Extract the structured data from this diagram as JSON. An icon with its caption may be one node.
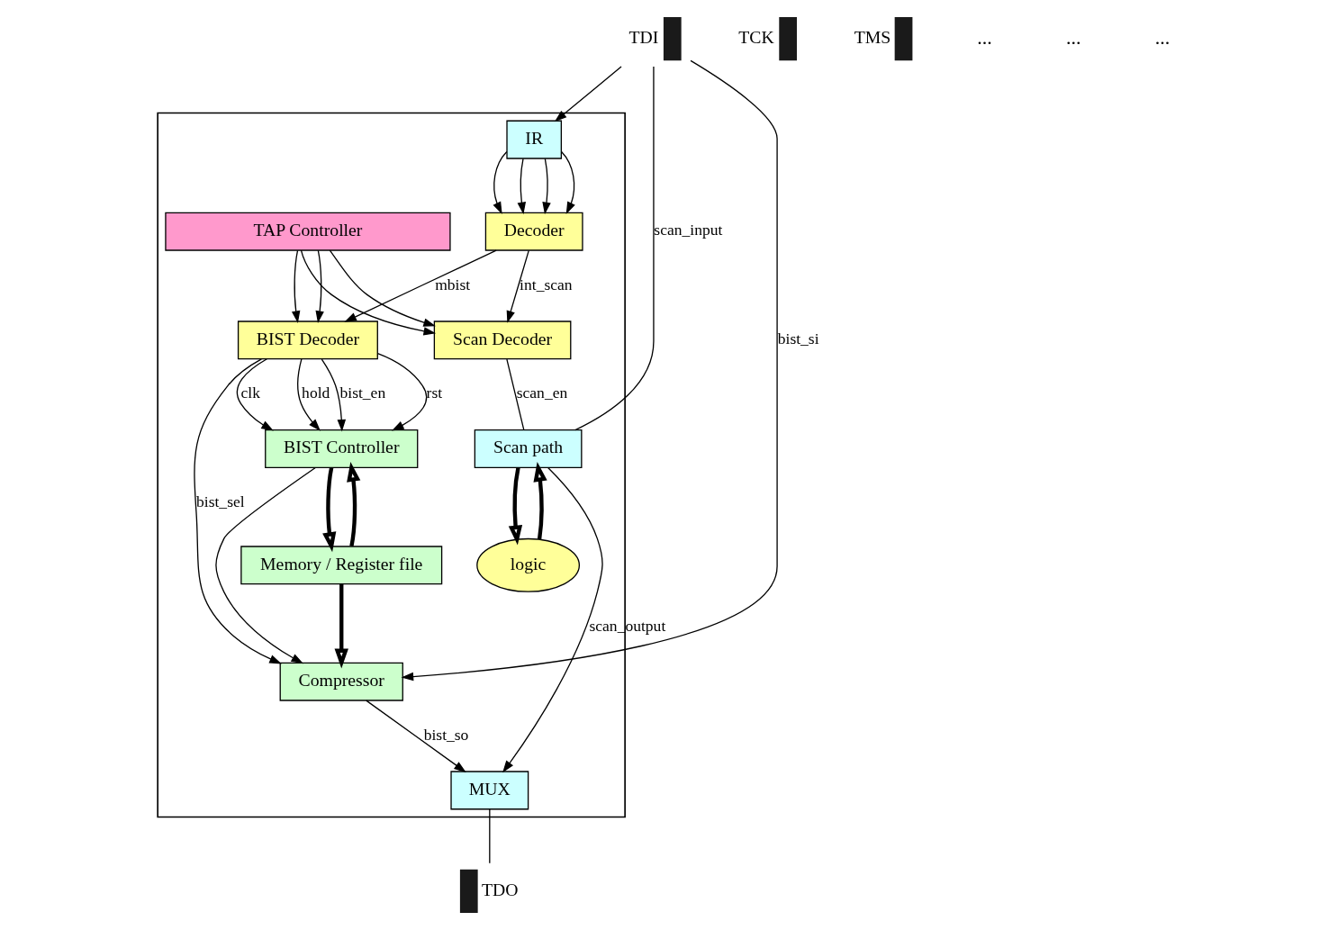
{
  "diagram": {
    "nodes": [
      {
        "text": [],
        "shape": "box"
      },
      {
        "text": [
          "Scan path"
        ],
        "in": 0
      },
      {
        "text": [
          "logic"
        ],
        "in": 0
      },
      {
        "text": [
          "BIST Controller"
        ],
        "in": 0
      },
      {
        "text": [
          "Memory / Register file"
        ],
        "in": 0
      },
      {
        "text": [
          "Compressor"
        ],
        "in": 0
      },
      {
        "text": [
          "MUX"
        ],
        "in": 0
      },
      {
        "text": [
          "BIST Decoder"
        ],
        "in": 0
      },
      {
        "text": [
          "Scan Decoder"
        ],
        "in": 0
      },
      {
        "text": [
          "Decoder"
        ],
        "in": 0
      },
      {
        "text": [
          "IR"
        ],
        "in": 0
      },
      {
        "text": [
          "TAP Controller"
        ],
        "in": 0
      },
      {
        "text": [
          "TDI"
        ]
      },
      {
        "text": [
          "TCK"
        ]
      },
      {
        "text": [
          "TMS"
        ]
      },
      {
        "text": [
          "TDO"
        ]
      }
    ],
    "edges": [
      {
        "from": 12,
        "to": 1,
        "arrow": "none",
        "label": "scan_input"
      },
      {
        "from": 8,
        "to": 1,
        "arrow": "none",
        "label": "scan_en"
      },
      {
        "from": 1,
        "to": 2,
        "arrow": "to",
        "style": "thick"
      },
      {
        "from": 2,
        "to": 1,
        "arrow": "to",
        "style": "thick"
      },
      {
        "from": 1,
        "to": 6,
        "arrow": "to",
        "label": "scan_output"
      },
      {
        "from": 7,
        "to": 3,
        "arrow": "to",
        "label": "rst"
      },
      {
        "from": 7,
        "to": 3,
        "arrow": "to",
        "label": "clk"
      },
      {
        "from": 7,
        "to": 3,
        "arrow": "to",
        "label": "hold"
      },
      {
        "from": 7,
        "to": 3,
        "arrow": "to",
        "label": "bist_en"
      },
      {
        "from": 3,
        "to": 4,
        "arrow": "to",
        "style": "thick"
      },
      {
        "from": 4,
        "to": 3,
        "arrow": "to",
        "style": "thick"
      },
      {
        "from": 3,
        "to": 5,
        "arrow": "to"
      },
      {
        "from": 4,
        "to": 5,
        "arrow": "to",
        "style": "thick"
      },
      {
        "from": 7,
        "to": 5,
        "arrow": "to",
        "label": "bist_sel"
      },
      {
        "from": 12,
        "to": 5,
        "arrow": "to",
        "label": "bist_si"
      },
      {
        "from": 5,
        "to": 6,
        "arrow": "to",
        "label": "bist_so"
      },
      {
        "from": 9,
        "to": 7,
        "arrow": "to",
        "label": "mbist"
      },
      {
        "from": 9,
        "to": 8,
        "arrow": "to",
        "label": "int_scan"
      },
      {
        "from": 12,
        "to": 10,
        "arrow": "to"
      },
      {
        "from": 10,
        "to": 9,
        "arrow": "to"
      },
      {
        "from": 10,
        "to": 9,
        "arrow": "to"
      },
      {
        "from": 10,
        "to": 9,
        "arrow": "to"
      },
      {
        "from": 10,
        "to": 9,
        "arrow": "to"
      },
      {
        "from": 11,
        "to": 7,
        "arrow": "to"
      },
      {
        "from": 11,
        "to": 7,
        "arrow": "to"
      },
      {
        "from": 11,
        "to": 8,
        "arrow": "to"
      },
      {
        "from": 11,
        "to": 8,
        "arrow": "to"
      },
      {
        "from": 6,
        "to": 15,
        "arrow": "none"
      }
    ],
    "labels": [
      "...",
      "...",
      "..."
    ]
  }
}
